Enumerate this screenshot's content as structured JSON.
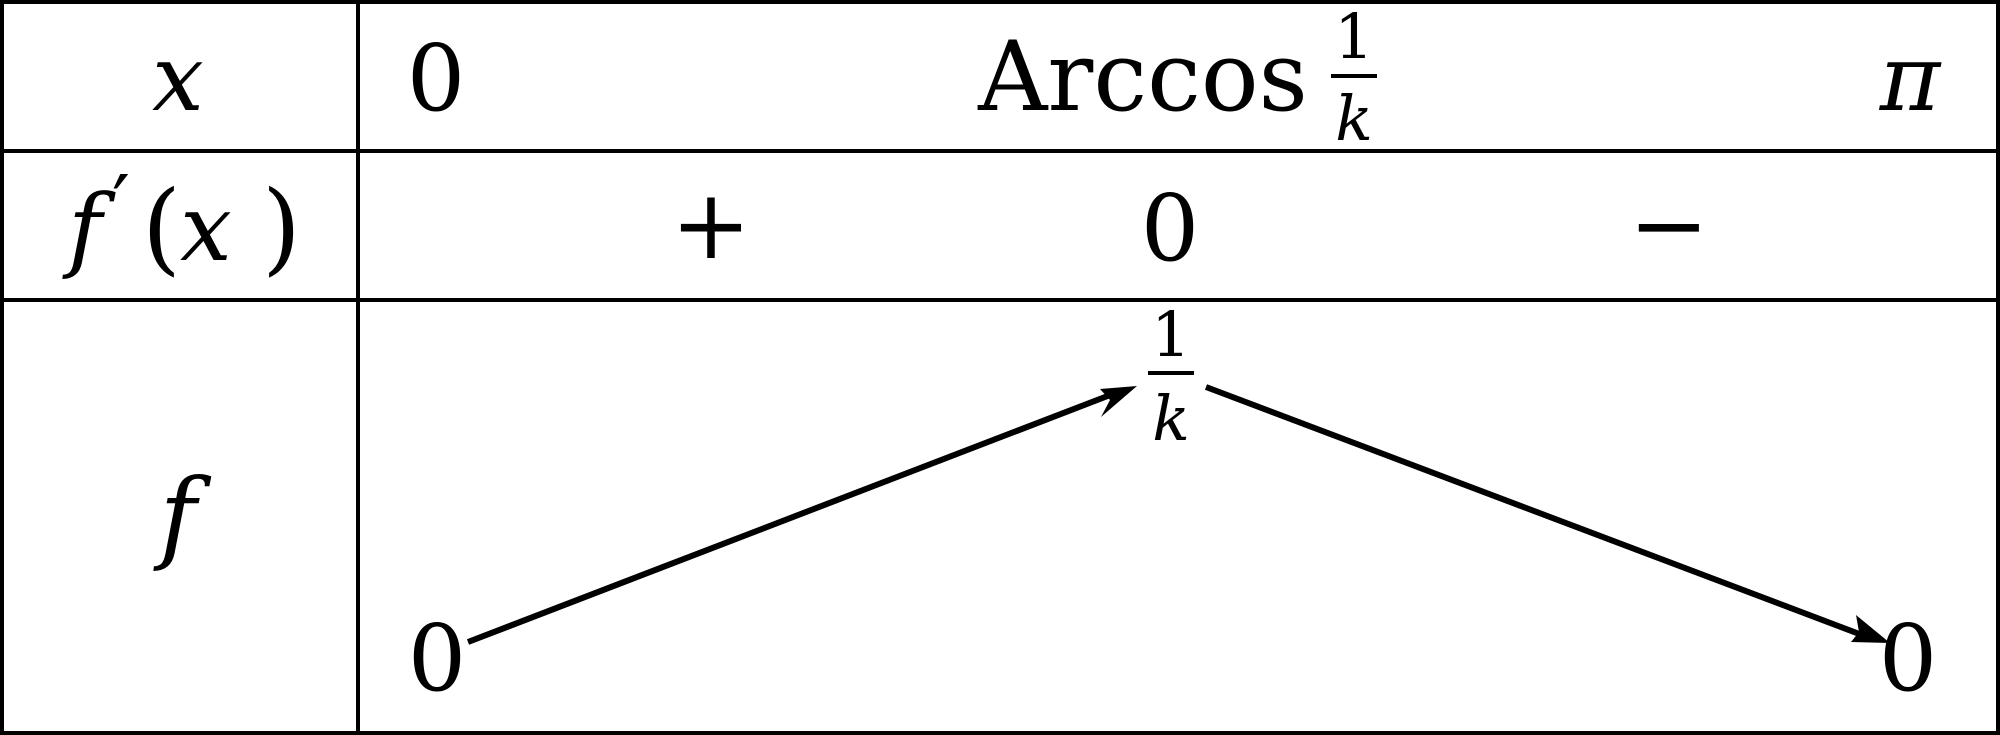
{
  "rows": {
    "x": {
      "label": "x",
      "values": [
        "0",
        "Arccos",
        "1",
        "k",
        "π"
      ]
    },
    "derivative": {
      "label_f": "f",
      "label_prime": "′",
      "label_open": "(",
      "label_x": "x",
      "label_close": ")",
      "signs": [
        "+",
        "0",
        "−"
      ]
    },
    "f": {
      "label": "f",
      "values_start": "0",
      "max_num": "1",
      "max_den": "k",
      "values_end": "0"
    }
  }
}
